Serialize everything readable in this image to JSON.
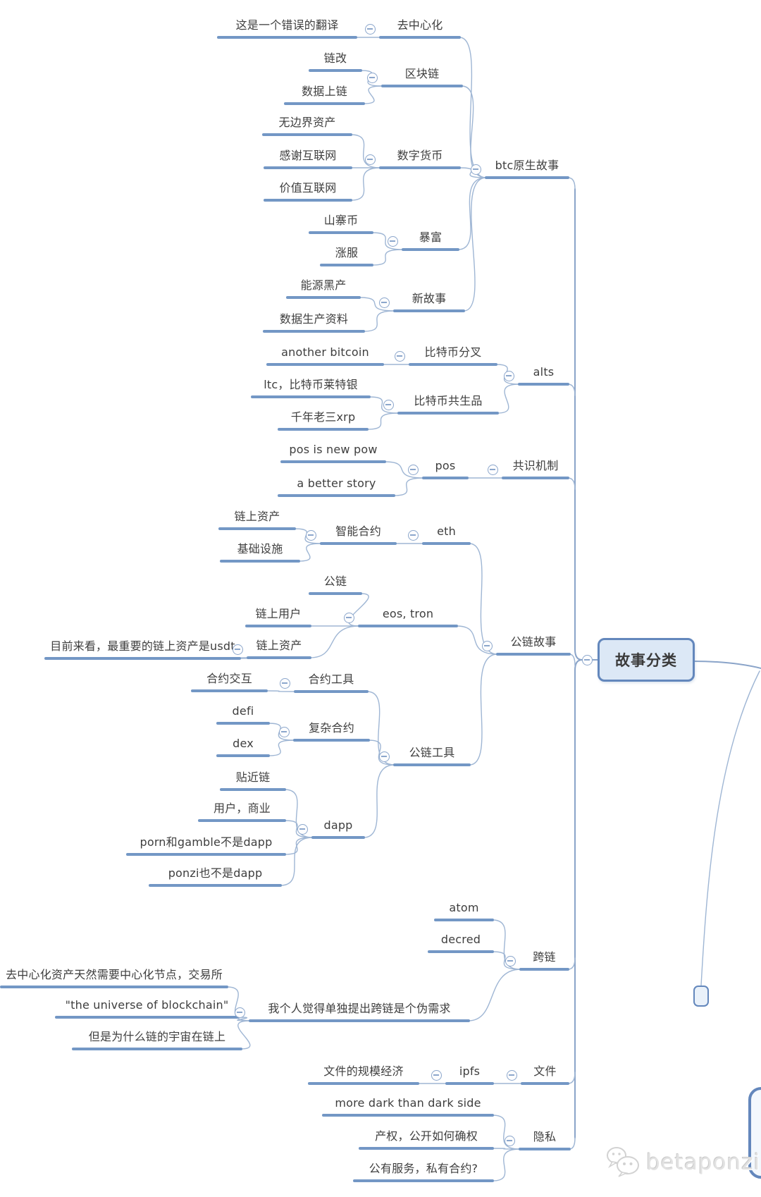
{
  "root_label": "故事分类",
  "watermark": {
    "label": "betaponzi",
    "icon": "wechat-bubbles-icon"
  },
  "colors": {
    "branch_underline": "#7397c5",
    "connector": "#9fb6d4",
    "spine": "#8aa4c9",
    "root_fill": "#dce8f6",
    "root_border": "#6387bc",
    "text": "#3e3e3e",
    "collapse_icon": "#8ca7cc",
    "watermark": "#e2e2e2"
  },
  "mindmap": {
    "nodes": [
      {
        "id": "btc-native-story",
        "label": "btc原生故事",
        "parent": "root"
      },
      {
        "id": "decentralization",
        "label": "去中心化",
        "parent": "btc-native-story"
      },
      {
        "id": "wrong-translation",
        "label": "这是一个错误的翻译",
        "parent": "decentralization"
      },
      {
        "id": "blockchain",
        "label": "区块链",
        "parent": "btc-native-story"
      },
      {
        "id": "chain-reform",
        "label": "链改",
        "parent": "blockchain"
      },
      {
        "id": "data-on-chain",
        "label": "数据上链",
        "parent": "blockchain"
      },
      {
        "id": "digital-currency",
        "label": "数字货币",
        "parent": "btc-native-story"
      },
      {
        "id": "borderless-assets",
        "label": "无边界资产",
        "parent": "digital-currency"
      },
      {
        "id": "thanks-internet",
        "label": "感谢互联网",
        "parent": "digital-currency"
      },
      {
        "id": "value-internet",
        "label": "价值互联网",
        "parent": "digital-currency"
      },
      {
        "id": "get-rich",
        "label": "暴富",
        "parent": "btc-native-story"
      },
      {
        "id": "altcoin",
        "label": "山寨币",
        "parent": "get-rich"
      },
      {
        "id": "zhangfu",
        "label": "涨服",
        "parent": "get-rich"
      },
      {
        "id": "new-story",
        "label": "新故事",
        "parent": "btc-native-story"
      },
      {
        "id": "energy-black",
        "label": "能源黑产",
        "parent": "new-story"
      },
      {
        "id": "data-production",
        "label": "数据生产资料",
        "parent": "new-story"
      },
      {
        "id": "alts",
        "label": "alts",
        "parent": "root"
      },
      {
        "id": "btc-fork",
        "label": "比特币分叉",
        "parent": "alts"
      },
      {
        "id": "another-bitcoin",
        "label": "another bitcoin",
        "parent": "btc-fork"
      },
      {
        "id": "btc-symbiotic",
        "label": "比特币共生品",
        "parent": "alts"
      },
      {
        "id": "ltc",
        "label": "ltc，比特币莱特银",
        "parent": "btc-symbiotic"
      },
      {
        "id": "xrp",
        "label": "千年老三xrp",
        "parent": "btc-symbiotic"
      },
      {
        "id": "consensus",
        "label": "共识机制",
        "parent": "root"
      },
      {
        "id": "pos",
        "label": "pos",
        "parent": "consensus"
      },
      {
        "id": "pos-new-pow",
        "label": "pos is new pow",
        "parent": "pos"
      },
      {
        "id": "better-story",
        "label": "a better story",
        "parent": "pos"
      },
      {
        "id": "public-chain-story",
        "label": "公链故事",
        "parent": "root"
      },
      {
        "id": "eth",
        "label": "eth",
        "parent": "public-chain-story"
      },
      {
        "id": "smart-contract",
        "label": "智能合约",
        "parent": "eth"
      },
      {
        "id": "onchain-assets-a",
        "label": "链上资产",
        "parent": "smart-contract"
      },
      {
        "id": "infrastructure",
        "label": "基础设施",
        "parent": "smart-contract"
      },
      {
        "id": "eos-tron",
        "label": "eos, tron",
        "parent": "public-chain-story"
      },
      {
        "id": "public-chain",
        "label": "公链",
        "parent": "eos-tron"
      },
      {
        "id": "onchain-users",
        "label": "链上用户",
        "parent": "eos-tron"
      },
      {
        "id": "onchain-assets-b",
        "label": "链上资产",
        "parent": "eos-tron"
      },
      {
        "id": "usdt-note",
        "label": "目前来看，最重要的链上资产是usdt",
        "parent": "onchain-assets-b"
      },
      {
        "id": "chain-tools",
        "label": "公链工具",
        "parent": "public-chain-story"
      },
      {
        "id": "contract-tools",
        "label": "合约工具",
        "parent": "chain-tools"
      },
      {
        "id": "contract-interaction",
        "label": "合约交互",
        "parent": "contract-tools"
      },
      {
        "id": "complex-contract",
        "label": "复杂合约",
        "parent": "chain-tools"
      },
      {
        "id": "defi",
        "label": "defi",
        "parent": "complex-contract"
      },
      {
        "id": "dex",
        "label": "dex",
        "parent": "complex-contract"
      },
      {
        "id": "dapp",
        "label": "dapp",
        "parent": "chain-tools"
      },
      {
        "id": "close-to-chain",
        "label": "贴近链",
        "parent": "dapp"
      },
      {
        "id": "users-business",
        "label": "用户，商业",
        "parent": "dapp"
      },
      {
        "id": "porn-gamble",
        "label": "porn和gamble不是dapp",
        "parent": "dapp"
      },
      {
        "id": "ponzi-not-dapp",
        "label": "ponzi也不是dapp",
        "parent": "dapp"
      },
      {
        "id": "cross-chain",
        "label": "跨链",
        "parent": "root"
      },
      {
        "id": "atom",
        "label": "atom",
        "parent": "cross-chain"
      },
      {
        "id": "decred",
        "label": "decred",
        "parent": "cross-chain"
      },
      {
        "id": "pseudo-demand",
        "label": "我个人觉得单独提出跨链是个伪需求",
        "parent": "cross-chain"
      },
      {
        "id": "centralized-nodes",
        "label": "去中心化资产天然需要中心化节点，交易所",
        "parent": "pseudo-demand"
      },
      {
        "id": "universe-blockchain",
        "label": "\"the universe of blockchain\"",
        "parent": "pseudo-demand"
      },
      {
        "id": "chain-universe",
        "label": "但是为什么链的宇宙在链上",
        "parent": "pseudo-demand"
      },
      {
        "id": "files",
        "label": "文件",
        "parent": "root"
      },
      {
        "id": "ipfs",
        "label": "ipfs",
        "parent": "files"
      },
      {
        "id": "file-economy",
        "label": "文件的规模经济",
        "parent": "ipfs"
      },
      {
        "id": "privacy",
        "label": "隐私",
        "parent": "root"
      },
      {
        "id": "more-dark",
        "label": "more dark than dark side",
        "parent": "privacy"
      },
      {
        "id": "property-rights",
        "label": "产权，公开如何确权",
        "parent": "privacy"
      },
      {
        "id": "public-service",
        "label": "公有服务，私有合约?",
        "parent": "privacy"
      }
    ]
  }
}
